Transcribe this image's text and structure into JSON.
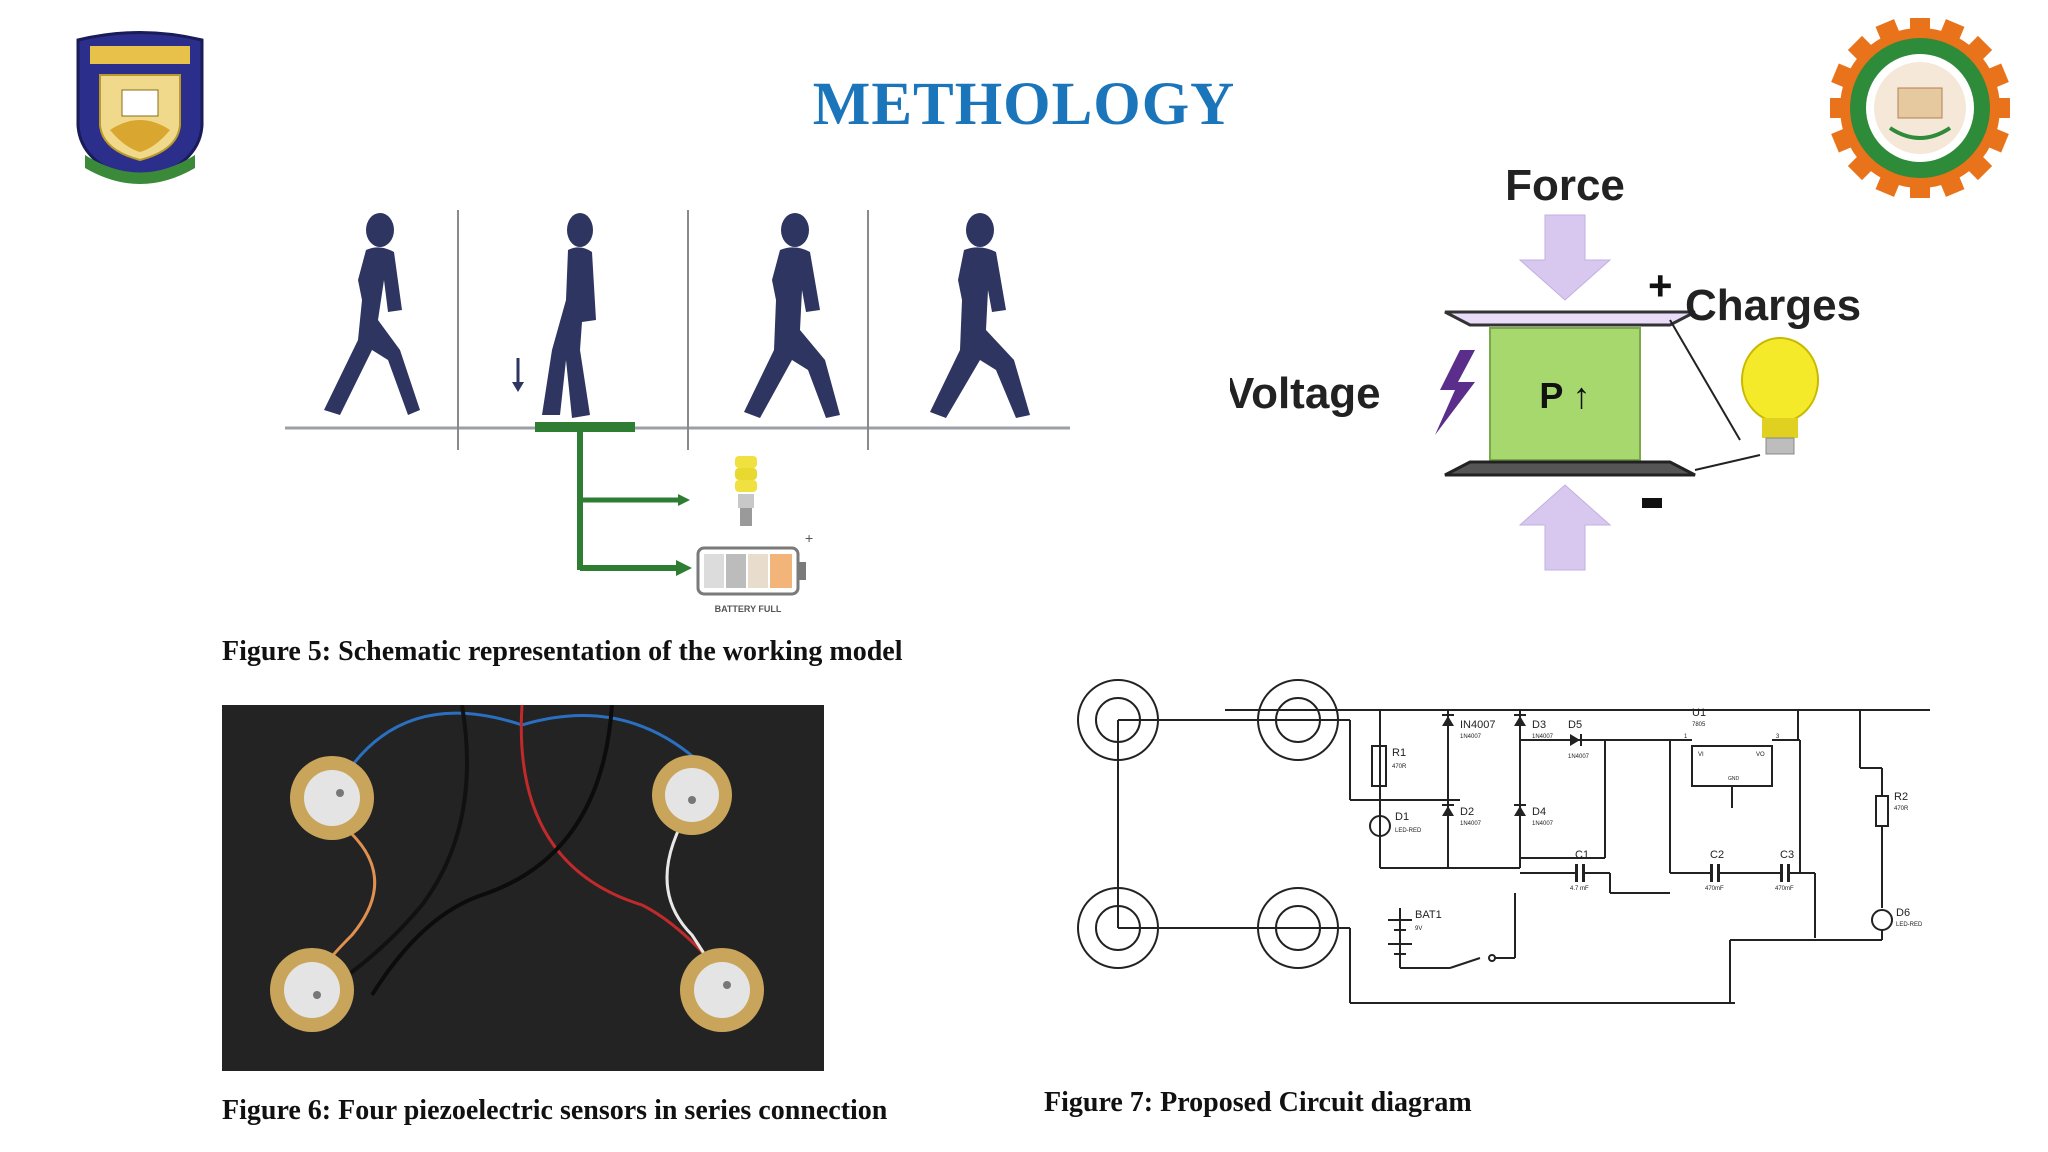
{
  "slide": {
    "title": "METHOLOGY"
  },
  "figures": {
    "fig5": {
      "caption": "Figure 5: Schematic representation of the working model",
      "battery_label": "BATTERY FULL",
      "plus": "+"
    },
    "fig6": {
      "caption": "Figure 6: Four piezoelectric sensors in series connection"
    },
    "fig7": {
      "caption": "Figure 7: Proposed Circuit diagram",
      "labels": {
        "r1": "R1",
        "r1_val": "470R",
        "d1": "D1",
        "d1_val": "LED-RED",
        "in4007": "IN4007",
        "in4007_val": "1N4007",
        "d2": "D2",
        "d2_val": "1N4007",
        "d3": "D3",
        "d3_val": "1N4007",
        "d4": "D4",
        "d4_val": "1N4007",
        "d5": "D5",
        "d5_val": "1N4007",
        "u1": "U1",
        "u1_val": "7805",
        "vi": "VI",
        "vo": "VO",
        "pin1": "1",
        "pin3": "3",
        "gnd": "GND",
        "c1": "C1",
        "c1_val": "4.7 mF",
        "c2": "C2",
        "c2_val": "470mF",
        "c3": "C3",
        "c3_val": "470mF",
        "r2": "R2",
        "r2_val": "470R",
        "d6": "D6",
        "d6_val": "LED-RED",
        "bat1": "BAT1",
        "bat1_val": "9V"
      }
    },
    "piezo": {
      "force": "Force",
      "charges": "Charges",
      "voltage": "Voltage",
      "plus": "+",
      "minus": "-",
      "polarization": "P ↑"
    }
  },
  "colors": {
    "title": "#1b75bb",
    "walker": "#2e3560",
    "platform": "#2e7d32",
    "piezo_block": "#a6d86e",
    "arrow": "#d8c8f0",
    "bulb": "#f4ea2a"
  }
}
